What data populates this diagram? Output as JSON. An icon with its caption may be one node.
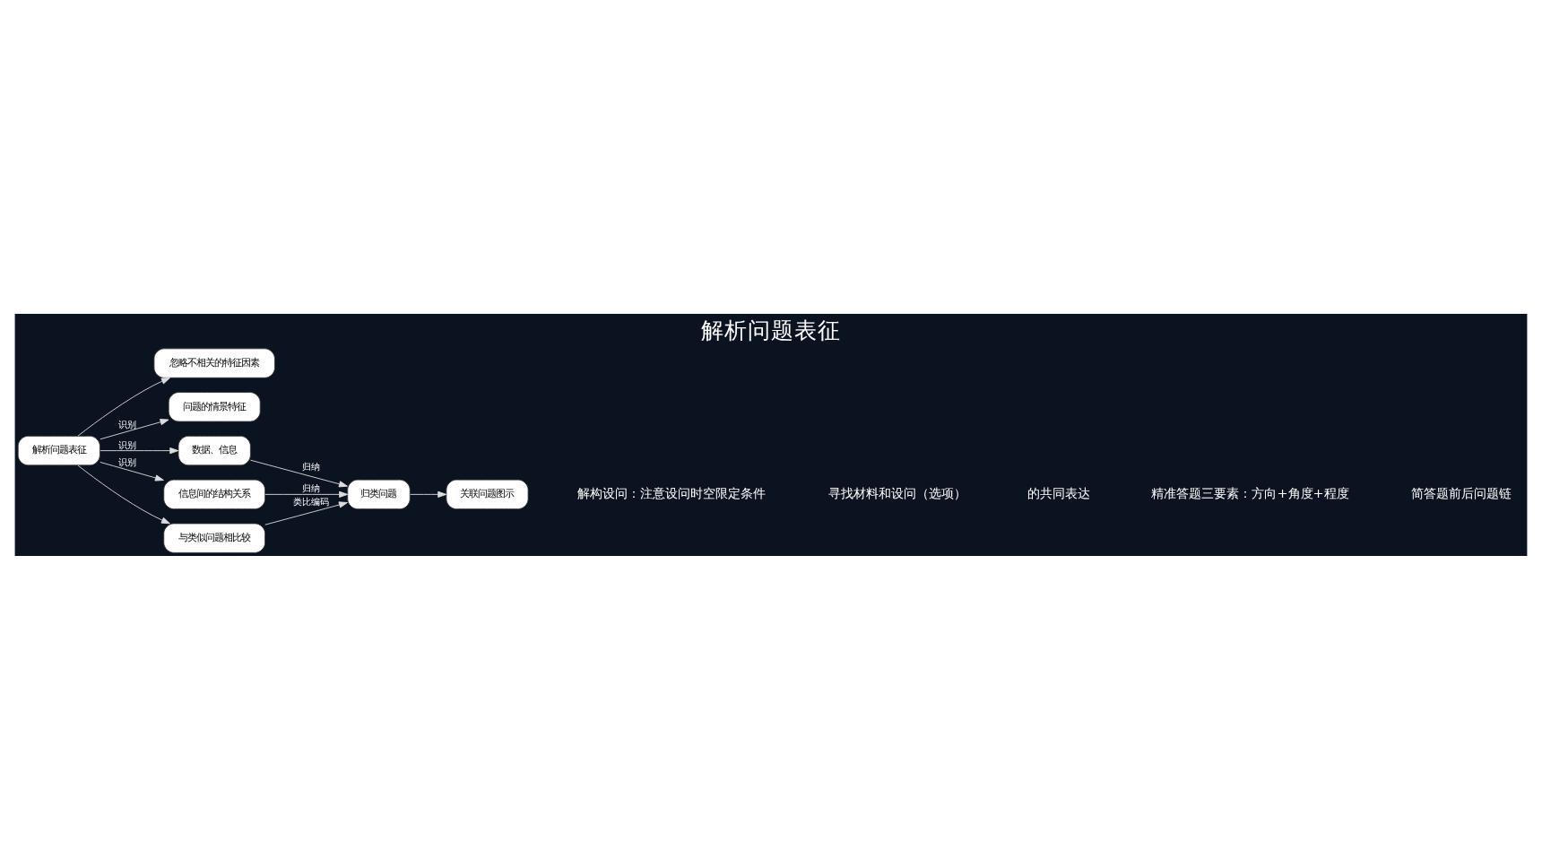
{
  "diagram": {
    "title": "解析问题表征",
    "nodes": [
      {
        "text": [
          "解析问题表征"
        ]
      },
      {
        "text": [
          "忽略不相关的特征因素"
        ]
      },
      {
        "text": [
          "问题的情景特征"
        ]
      },
      {
        "text": [
          "数据、信息"
        ]
      },
      {
        "text": [
          "信息间的结构关系"
        ]
      },
      {
        "text": [
          "与类似问题相比较"
        ]
      },
      {
        "text": [
          "归类问题"
        ]
      },
      {
        "text": [
          "关联问题图示"
        ]
      }
    ],
    "edges": [
      {
        "from": 0,
        "to": 1,
        "arrow": "to"
      },
      {
        "from": 0,
        "to": 2,
        "arrow": "to",
        "label": "识别"
      },
      {
        "from": 0,
        "to": 3,
        "arrow": "to",
        "label": "识别"
      },
      {
        "from": 0,
        "to": 4,
        "arrow": "to",
        "label": "识别"
      },
      {
        "from": 0,
        "to": 5,
        "arrow": "to"
      },
      {
        "from": 3,
        "to": 6,
        "arrow": "to",
        "label": "归纳"
      },
      {
        "from": 4,
        "to": 6,
        "arrow": "to",
        "label": "归纳"
      },
      {
        "from": 5,
        "to": 6,
        "arrow": "to",
        "label": "类比编码"
      },
      {
        "from": 6,
        "to": 7,
        "arrow": "to"
      }
    ],
    "labels": [
      "解构设问：注意设问时空限定条件",
      "寻找材料和设问（选项）",
      "的共同表达",
      "精准答题三要素：方向+角度+程度",
      "简答题前后问题链"
    ]
  }
}
